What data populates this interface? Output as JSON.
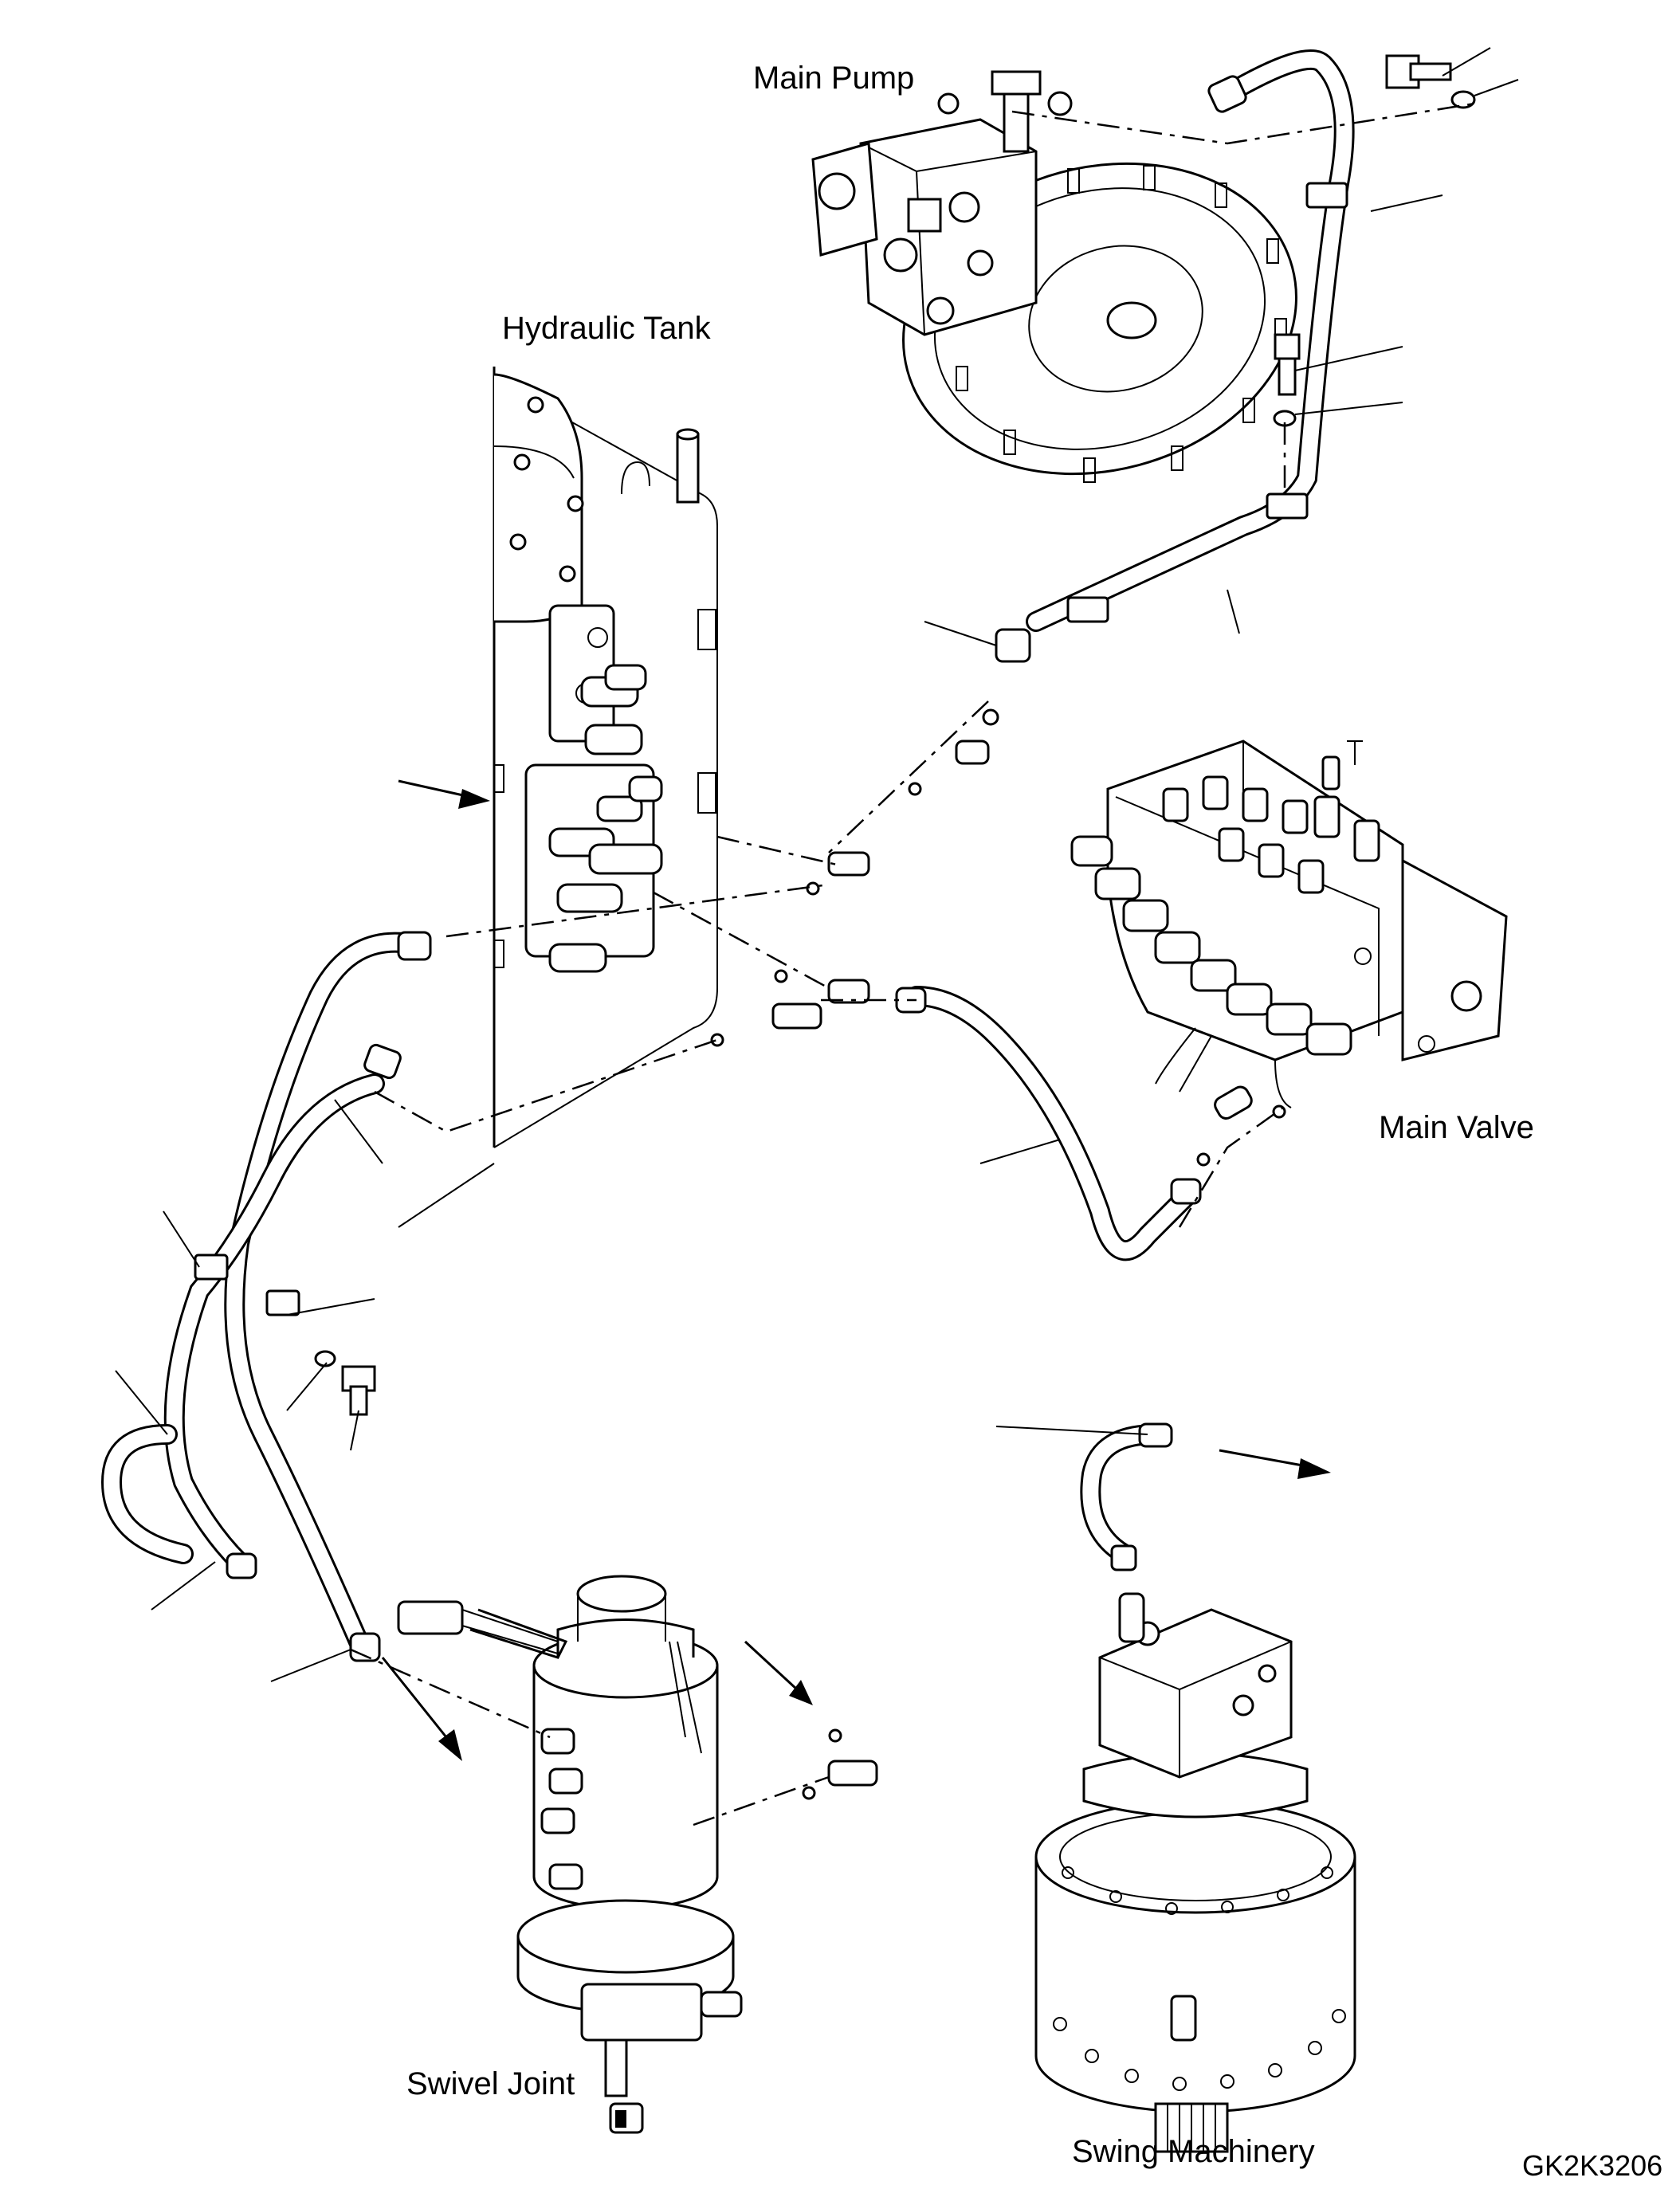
{
  "diagram": {
    "labels": {
      "main_pump": "Main Pump",
      "hydraulic_tank": "Hydraulic Tank",
      "main_valve": "Main Valve",
      "swivel_joint": "Swivel Joint",
      "swing_machinery": "Swing Machinery",
      "drawing_code": "GK2K3206"
    }
  }
}
